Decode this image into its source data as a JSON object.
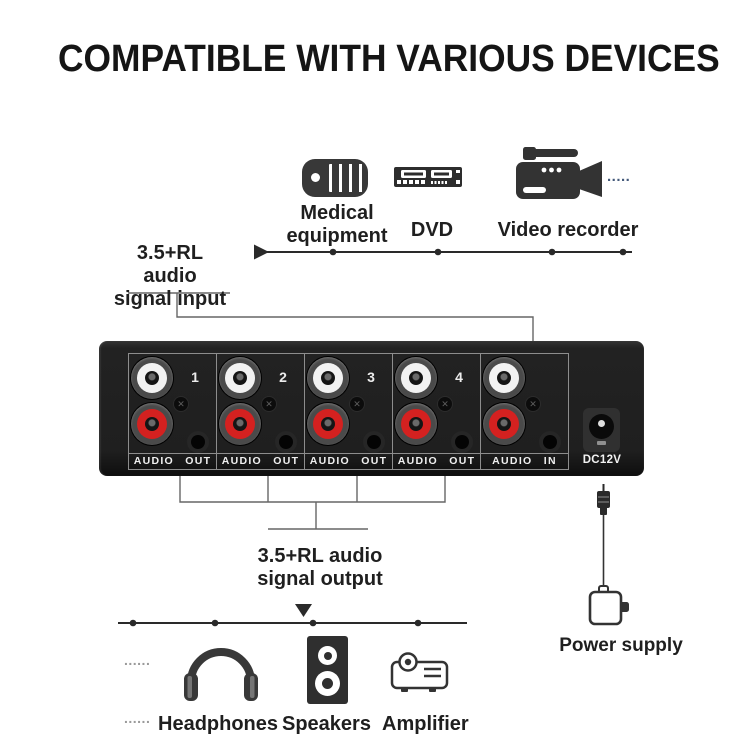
{
  "title": "COMPATIBLE WITH VARIOUS DEVICES",
  "input_section": {
    "devices": [
      {
        "icon": "medical-equipment-icon",
        "label": "Medical equipment"
      },
      {
        "icon": "dvd-player-icon",
        "label": "DVD"
      },
      {
        "icon": "video-camera-icon",
        "label": "Video recorder"
      }
    ],
    "more_dots": ".....",
    "flow_label_line1": "3.5+RL audio",
    "flow_label_line2": "signal input"
  },
  "switcher": {
    "ports": [
      {
        "number": "1",
        "label": "AUDIO OUT"
      },
      {
        "number": "2",
        "label": "AUDIO OUT"
      },
      {
        "number": "3",
        "label": "AUDIO OUT"
      },
      {
        "number": "4",
        "label": "AUDIO OUT"
      },
      {
        "number": "",
        "label": "AUDIO IN"
      }
    ],
    "dc_label": "DC12V"
  },
  "output_section": {
    "flow_label_line1": "3.5+RL audio",
    "flow_label_line2": "signal output",
    "devices": [
      {
        "icon": "headphones-icon",
        "label": "Headphones"
      },
      {
        "icon": "speaker-icon",
        "label": "Speakers"
      },
      {
        "icon": "amplifier-icon",
        "label": "Amplifier"
      }
    ],
    "more_dots_row1": "......",
    "more_dots_row2": "......"
  },
  "power": {
    "label": "Power supply"
  },
  "colors": {
    "line": "#2a2a2a",
    "thin_line": "#666666",
    "device_body": "#1f1f1f",
    "panel_border": "#8d8d8d",
    "rca_red": "#d42120",
    "rca_white": "#f2f2f2",
    "dots_blue": "#44597a",
    "dots_gray": "#9a9a9a"
  }
}
